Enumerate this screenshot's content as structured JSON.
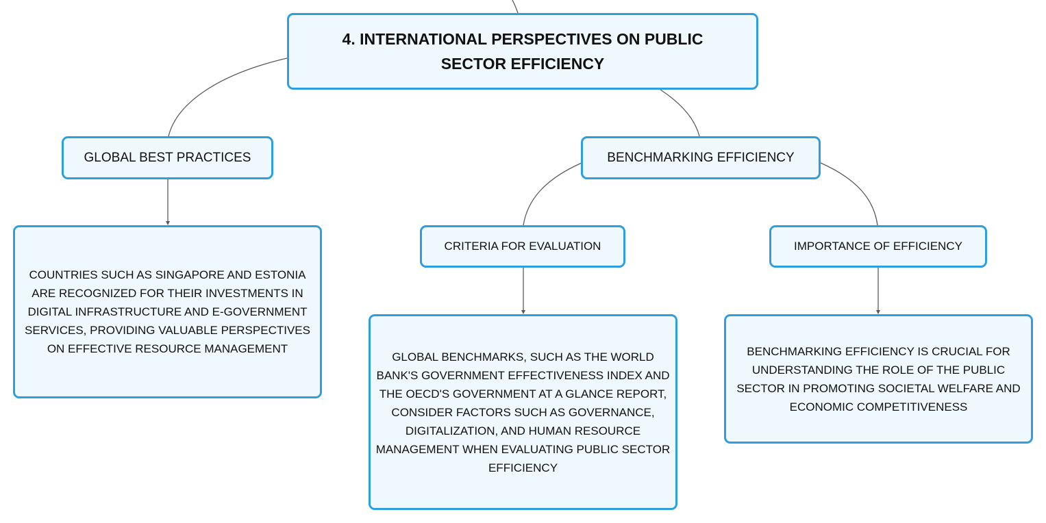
{
  "colors": {
    "node_border": "#2f9ee0",
    "node_fill": "#eef8fd",
    "connector": "#5a5a5a",
    "text": "#111111"
  },
  "root": {
    "label": "4. INTERNATIONAL PERSPECTIVES ON PUBLIC SECTOR EFFICIENCY"
  },
  "branches": {
    "global_best_practices": {
      "label": "GLOBAL BEST PRACTICES",
      "detail": "COUNTRIES SUCH AS SINGAPORE AND ESTONIA ARE RECOGNIZED FOR THEIR INVESTMENTS IN DIGITAL INFRASTRUCTURE AND E-GOVERNMENT SERVICES, PROVIDING VALUABLE PERSPECTIVES ON EFFECTIVE RESOURCE MANAGEMENT"
    },
    "benchmarking_efficiency": {
      "label": "BENCHMARKING EFFICIENCY",
      "criteria": {
        "label": "CRITERIA FOR EVALUATION",
        "detail": "GLOBAL BENCHMARKS, SUCH AS THE WORLD BANK'S GOVERNMENT EFFECTIVENESS INDEX AND THE OECD'S GOVERNMENT AT A GLANCE REPORT, CONSIDER FACTORS SUCH AS GOVERNANCE, DIGITALIZATION, AND HUMAN RESOURCE MANAGEMENT WHEN EVALUATING PUBLIC SECTOR EFFICIENCY"
      },
      "importance": {
        "label": "IMPORTANCE OF EFFICIENCY",
        "detail": "BENCHMARKING EFFICIENCY IS CRUCIAL FOR UNDERSTANDING THE ROLE OF THE PUBLIC SECTOR IN PROMOTING SOCIETAL WELFARE AND ECONOMIC COMPETITIVENESS"
      }
    }
  }
}
